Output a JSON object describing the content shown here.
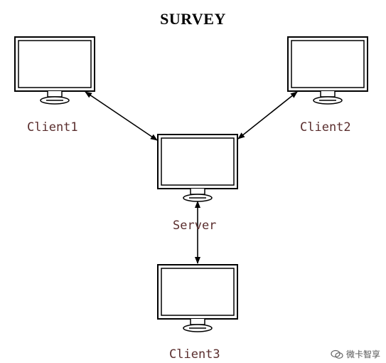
{
  "title": "SURVEY",
  "nodes": {
    "client1": "Client1",
    "client2": "Client2",
    "server": "Server",
    "client3": "Client3"
  },
  "watermark": "微卡智享",
  "icons": [
    "monitor-icon",
    "bidirectional-arrow",
    "chat-bubble-icon"
  ],
  "colors": {
    "line": "#000000",
    "label": "#5a2e2e"
  }
}
